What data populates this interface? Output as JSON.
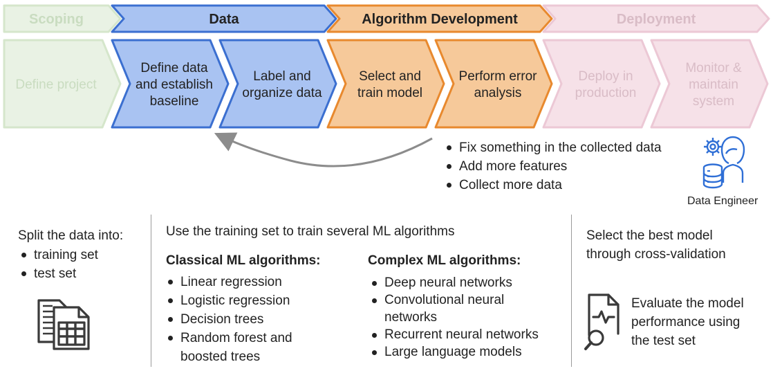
{
  "phases": [
    {
      "label": "Scoping",
      "fill": "#e9f2e4",
      "stroke": "#d5e6cb",
      "text": "#c9dcc0"
    },
    {
      "label": "Data",
      "fill": "#a9c3f2",
      "stroke": "#3b6fd0",
      "text": "#222222"
    },
    {
      "label": "Algorithm Development",
      "fill": "#f6c99a",
      "stroke": "#e8892e",
      "text": "#222222"
    },
    {
      "label": "Deployment",
      "fill": "#f6e1e8",
      "stroke": "#ecc8d5",
      "text": "#d9bcc6"
    }
  ],
  "steps": [
    {
      "label": "Define project",
      "phase": 0
    },
    {
      "label": "Define data\nand establish\nbaseline",
      "phase": 1
    },
    {
      "label": "Label and\norganize data",
      "phase": 1
    },
    {
      "label": "Select and\ntrain model",
      "phase": 2
    },
    {
      "label": "Perform error\nanalysis",
      "phase": 2
    },
    {
      "label": "Deploy in\nproduction",
      "phase": 3
    },
    {
      "label": "Monitor &\nmaintain\nsystem",
      "phase": 3
    }
  ],
  "feedback": {
    "items": [
      "Fix something in the collected data",
      "Add more features",
      "Collect more data"
    ]
  },
  "role": {
    "label": "Data Engineer",
    "icon": "data-engineer-icon",
    "color": "#2f6fd6"
  },
  "split": {
    "title": "Split the data into:",
    "items": [
      "training set",
      "test set"
    ],
    "icon": "spreadsheet-files-icon"
  },
  "train": {
    "title": "Use the training set to train several ML algorithms",
    "classical": {
      "heading": "Classical ML algorithms:",
      "items": [
        "Linear regression",
        "Logistic regression",
        "Decision trees",
        "Random forest and\nboosted trees"
      ]
    },
    "complex": {
      "heading": "Complex ML algorithms:",
      "items": [
        "Deep neural networks",
        "Convolutional neural\nnetworks",
        "Recurrent neural networks",
        "Large language models"
      ]
    }
  },
  "select": {
    "title_line1": "Select the best model",
    "title_line2": "through cross-validation",
    "eval_line1": "Evaluate the model",
    "eval_line2": "performance using",
    "eval_line3": "the test set",
    "icon": "evaluate-report-icon"
  }
}
